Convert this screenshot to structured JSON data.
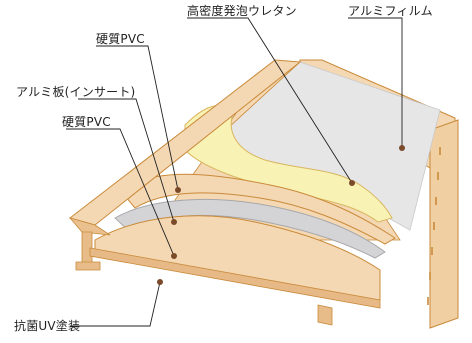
{
  "labels": {
    "urethane": "高密度発泡ウレタン",
    "aluminum_film": "アルミフィルム",
    "pvc_top": "硬質PVC",
    "aluminum_plate": "アルミ板(インサート)",
    "pvc_mid": "硬質PVC",
    "antibacterial_coating": "抗菌UV塗装"
  },
  "colors": {
    "pvc": "#f4d8b3",
    "pvc_edge": "#e4b98a",
    "urethane": "#f8f2b4",
    "aluminum_film": "#e6e6e6",
    "aluminum_plate": "#d4d4d6",
    "outline": "#c98a3a",
    "leader": "#222222",
    "dot": "#7a4a2a"
  }
}
